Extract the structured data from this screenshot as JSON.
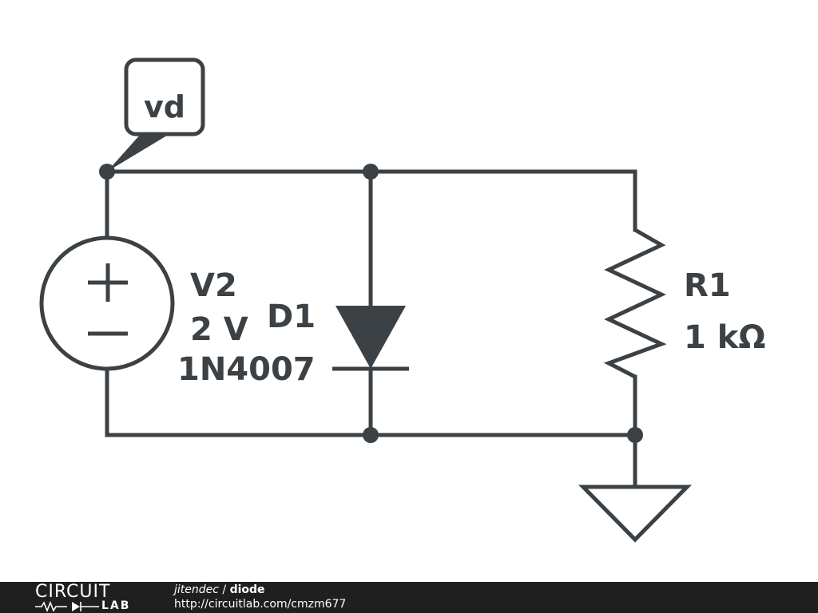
{
  "schematic": {
    "net_label": "vd",
    "source": {
      "name": "V2",
      "value": "2 V",
      "plus": "+",
      "minus": "−"
    },
    "diode": {
      "name": "D1",
      "part": "1N4007"
    },
    "resistor": {
      "name": "R1",
      "value": "1 kΩ"
    }
  },
  "footer": {
    "logo_top": "CIRCUIT",
    "logo_bottom": "LAB",
    "author": "jitendec",
    "separator": " / ",
    "project": "diode",
    "url": "http://circuitlab.com/cmzm677"
  },
  "colors": {
    "ink": "#3b4145",
    "footer_bg": "#1f1f1f",
    "footer_text": "#ffffff"
  }
}
